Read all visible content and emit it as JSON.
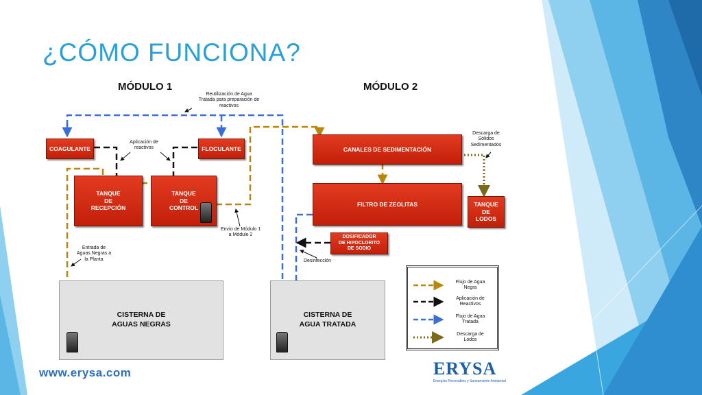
{
  "title": "¿CÓMO FUNCIONA?",
  "module1": {
    "label": "MÓDULO 1"
  },
  "module2": {
    "label": "MÓDULO 2"
  },
  "boxes": {
    "coagulante": "COAGULANTE",
    "floculante": "FLOCULANTE",
    "tanque_recepcion": "TANQUE\nDE\nRECEPCIÓN",
    "tanque_control": "TANQUE\nDE\nCONTROL",
    "canales": "CANALES DE SEDIMENTACIÓN",
    "filtro": "FILTRO DE ZEOLITAS",
    "tanque_lodos": "TANQUE\nDE\nLODOS",
    "dosificador": "DOSIFICADOR\nDE  HIPOCLORITO\nDE SODIO"
  },
  "cisterns": {
    "negras": "CISTERNA DE\nAGUAS NEGRAS",
    "tratada": "CISTERNA DE\nAGUA TRATADA"
  },
  "notes": {
    "reutilizacion": "Reutilización de Agua\nTratada para preparación de\nreactivos",
    "aplicacion": "Aplicación de\nreactivos",
    "envio": "Envío de Módulo 1\na Módulo 2",
    "entrada": "Entrada de\nAguas Negras a\nla Planta",
    "desinfeccion": "Desinfección",
    "descarga": "Descarga de\nSólidos\nSedimentados"
  },
  "legend": [
    {
      "text": "Flujo de Agua\nNegra",
      "color": "#b8860b",
      "style": "dash"
    },
    {
      "text": "Aplicación de\nReactivos",
      "color": "#111111",
      "style": "dash"
    },
    {
      "text": "Flujo de Agua\nTratada",
      "color": "#3a6fd8",
      "style": "dash"
    },
    {
      "text": "Descarga  de\nLodos",
      "color": "#7a6a1a",
      "style": "dot"
    }
  ],
  "website": "www.erysa.com",
  "logo": {
    "word": "ERYSA",
    "tagline": "Energías Renovables y Saneamiento Ambiental"
  },
  "colors": {
    "accent": "#2a9fd8",
    "box_red": "#d62b12",
    "black_water": "#b8860b",
    "treated_water": "#3a6fd8",
    "sludge": "#7a6a1a"
  }
}
